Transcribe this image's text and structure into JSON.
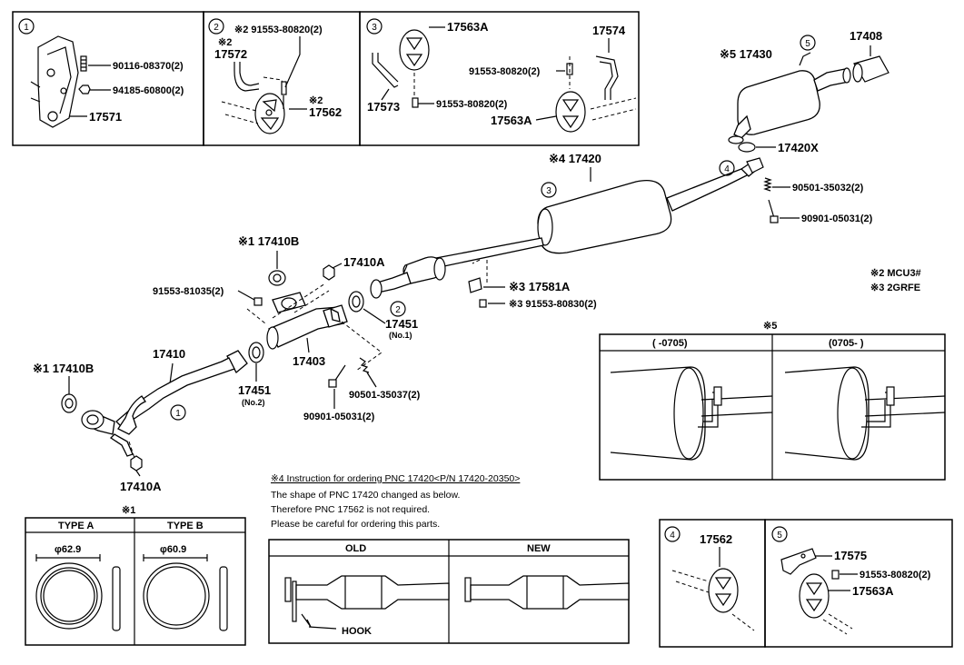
{
  "callouts": {
    "c1": "1",
    "c2": "2",
    "c3": "3",
    "c4": "4",
    "c5": "5"
  },
  "box1": {
    "p1": "90116-08370(2)",
    "p2": "94185-60800(2)",
    "p3": "17571"
  },
  "box2": {
    "m1": "※2",
    "p1": "17572",
    "p2": "※2 91553-80820(2)",
    "m2": "※2",
    "p3": "17562"
  },
  "box3": {
    "p1": "17563A",
    "p2": "17574",
    "p3": "91553-80820(2)",
    "p4": "17573",
    "p5": "91553-80820(2)",
    "p6": "17563A"
  },
  "top_right": {
    "p1": "※5 17430",
    "p2": "17408",
    "p3": "17420X"
  },
  "main": {
    "p17420": "※4 17420",
    "p90501a": "90501-35032(2)",
    "p90901a": "90901-05031(2)",
    "p17410B_top": "※1 17410B",
    "p17410A_top": "17410A",
    "p91553_81035": "91553-81035(2)",
    "p17581A": "※3 17581A",
    "p91553_80830": "※3 91553-80830(2)",
    "p17451_no1": "17451",
    "p17451_no1_sub": "(No.1)",
    "p17403": "17403",
    "p17410": "17410",
    "p17410B_left": "※1 17410B",
    "p17451_no2": "17451",
    "p17451_no2_sub": "(No.2)",
    "p90501b": "90501-35037(2)",
    "p90901b": "90901-05031(2)",
    "p17410A_bottom": "17410A"
  },
  "notes": {
    "n1": "※2 MCU3#",
    "n2": "※3 2GRFE"
  },
  "box5_detail": {
    "mark": "※5",
    "col1": "(      -0705)",
    "col2": "(0705-      )"
  },
  "instruction": {
    "title": "※4 Instruction for ordering PNC 17420<P/N 17420-20350>",
    "line1": "The shape of PNC 17420 changed as below.",
    "line2": "Therefore PNC 17562 is not required.",
    "line3": "Please be careful for ordering this parts.",
    "old": "OLD",
    "new": "NEW",
    "hook": "HOOK"
  },
  "types": {
    "mark": "※1",
    "a": "TYPE A",
    "b": "TYPE B",
    "a_dim": "φ62.9",
    "b_dim": "φ60.9"
  },
  "box4": {
    "p1": "17562"
  },
  "box5": {
    "p1": "17575",
    "p2": "91553-80820(2)",
    "p3": "17563A"
  }
}
